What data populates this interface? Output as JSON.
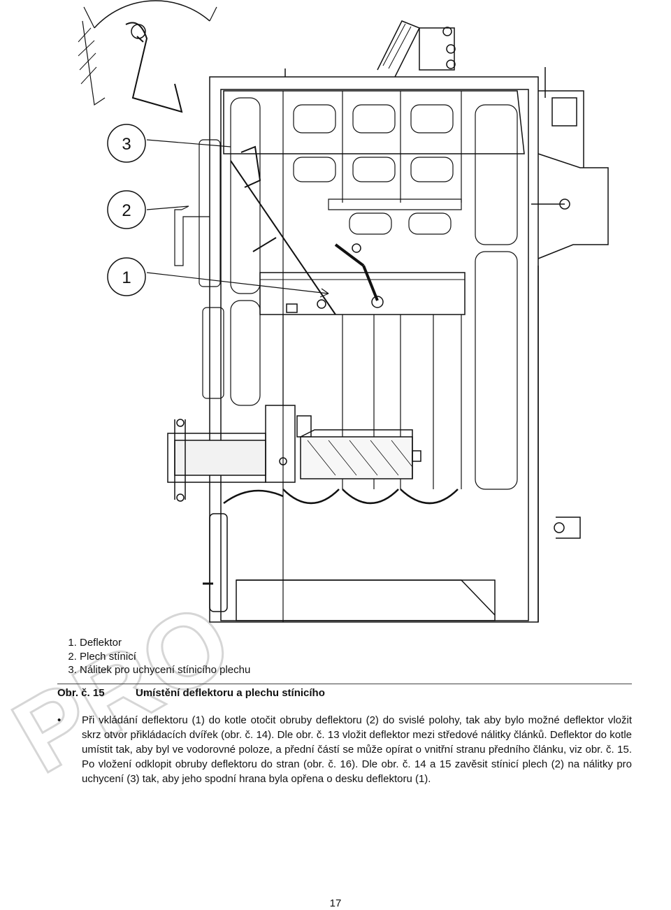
{
  "figure": {
    "callouts": [
      "3",
      "2",
      "1"
    ]
  },
  "watermark": "PRO",
  "legend": {
    "items": [
      "Deflektor",
      "Plech stínicí",
      "Nálitek pro uchycení stínicího plechu"
    ]
  },
  "caption": {
    "number": "Obr. č. 15",
    "title": "Umístění deflektoru a plechu stínicího"
  },
  "body": {
    "bullet_symbol": "•",
    "paragraph": "Při vkládání deflektoru (1) do kotle otočit obruby deflektoru (2) do svislé polohy, tak aby bylo možné deflektor vložit skrz otvor přikládacích dvířek (obr. č. 14). Dle obr. č. 13 vložit deflektor mezi středové nálitky článků. Deflektor do kotle umístit tak, aby byl ve vodorovné poloze, a přední částí se může opírat o vnitřní stranu předního článku, viz obr. č. 15. Po vložení odklopit obruby deflektoru do stran (obr. č. 16). Dle obr. č. 14 a 15 zavěsit stínicí plech (2) na nálitky pro uchycení (3) tak, aby jeho spodní hrana byla opřena o desku deflektoru (1)."
  },
  "page_number": "17"
}
